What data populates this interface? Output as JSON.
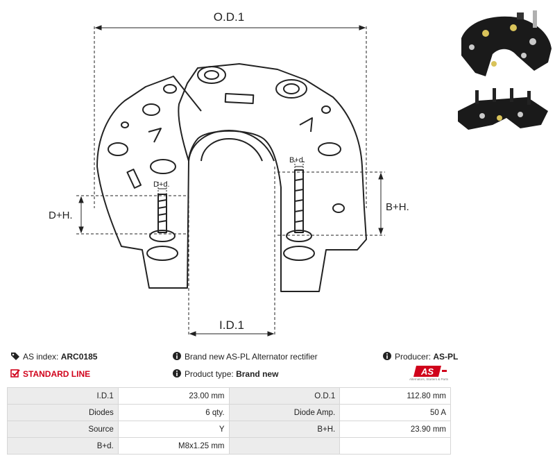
{
  "drawing": {
    "od_label": "O.D.1",
    "id_label": "I.D.1",
    "dh_label": "D+H.",
    "bh_label": "B+H.",
    "dd_label": "D+d.",
    "bd_label": "B+d."
  },
  "info": {
    "as_index_label": "AS index:",
    "as_index_value": "ARC0185",
    "standard_line": "STANDARD LINE",
    "brand_new_desc": "Brand new AS-PL Alternator rectifier",
    "product_type_label": "Product type:",
    "product_type_value": "Brand new",
    "producer_label": "Producer:",
    "producer_value": "AS-PL"
  },
  "logo": {
    "mark": "AS",
    "tagline": "Alternators, Starters & Parts",
    "color": "#d0021b"
  },
  "specs": {
    "rows": [
      {
        "k1": "I.D.1",
        "v1": "23.00 mm",
        "k2": "O.D.1",
        "v2": "112.80 mm"
      },
      {
        "k1": "Diodes",
        "v1": "6 qty.",
        "k2": "Diode Amp.",
        "v2": "50 A"
      },
      {
        "k1": "Source",
        "v1": "Y",
        "k2": "B+H.",
        "v2": "23.90 mm"
      },
      {
        "k1": "B+d.",
        "v1": "M8x1.25 mm",
        "k2": "",
        "v2": ""
      }
    ]
  },
  "colors": {
    "accent": "#d0021b",
    "line": "#222222",
    "table_key_bg": "#ececec"
  }
}
